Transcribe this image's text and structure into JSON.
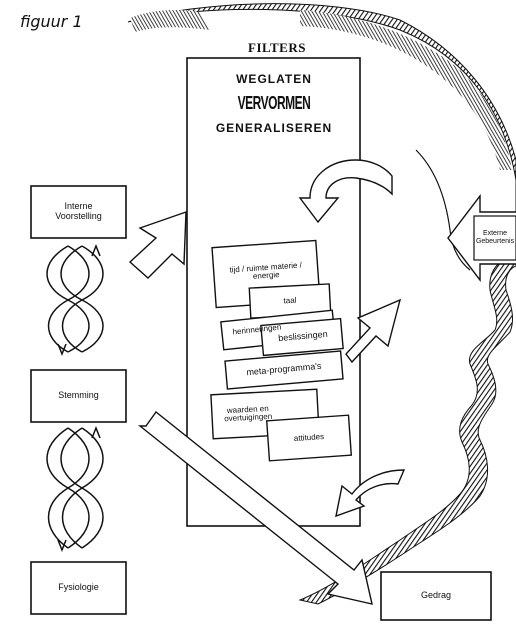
{
  "caption": "figuur 1",
  "filters": {
    "title": "FILTERS",
    "processes": [
      "WEGLATEN",
      "VERVORMEN",
      "GENERALISEREN"
    ],
    "cards": [
      "tijd / ruimte materie / energie",
      "taal",
      "herinneringen",
      "beslissingen",
      "meta-programma's",
      "waarden en overtuigingen",
      "attitudes"
    ]
  },
  "nodes": {
    "interne_voorstelling": "Interne Voorstelling",
    "stemming": "Stemming",
    "fysiologie": "Fysiologie",
    "gedrag": "Gedrag",
    "externe_gebeurtenis": "Externe Gebeurtenis"
  }
}
